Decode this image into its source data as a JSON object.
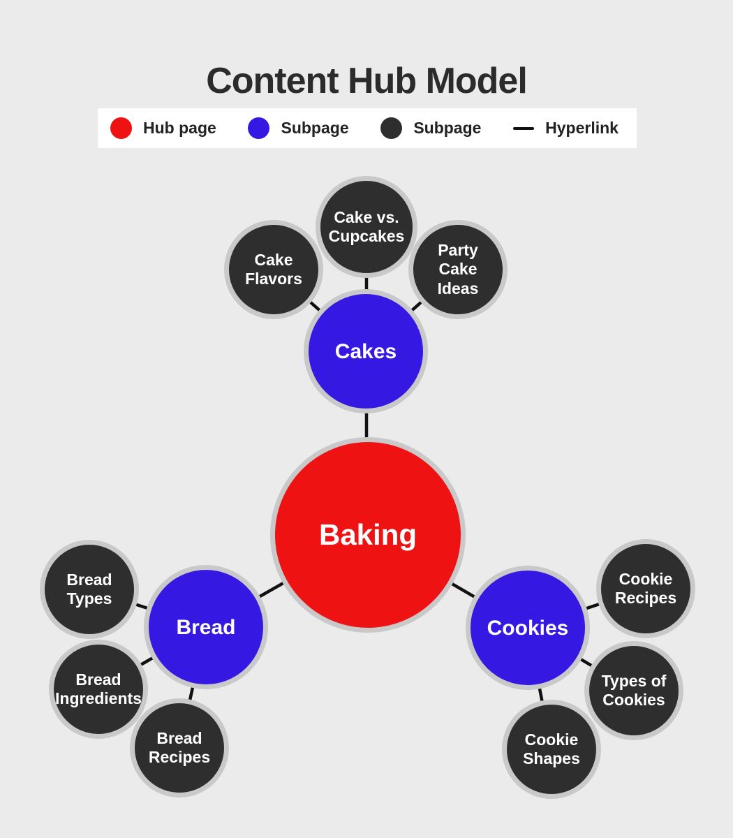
{
  "title": "Content Hub Model",
  "colors": {
    "background": "#ebebeb",
    "legend_bg": "#ffffff",
    "hub": "#ee1212",
    "subpage_blue": "#3518e2",
    "subpage_dark": "#2e2e2e",
    "ring": "#c9c9c9",
    "link": "#111111"
  },
  "legend": {
    "items": [
      {
        "icon": "hub-page-swatch",
        "label": "Hub page"
      },
      {
        "icon": "subpage-blue-swatch",
        "label": "Subpage"
      },
      {
        "icon": "subpage-dark-swatch",
        "label": "Subpage"
      },
      {
        "icon": "hyperlink-line-swatch",
        "label": "Hyperlink"
      }
    ]
  },
  "nodes": {
    "baking": "Baking",
    "cakes": "Cakes",
    "cake_flavors": "Cake\nFlavors",
    "cake_vs_cupcakes": "Cake vs.\nCupcakes",
    "party_cake_ideas": "Party\nCake\nIdeas",
    "bread": "Bread",
    "bread_types": "Bread\nTypes",
    "bread_ingredients": "Bread\nIngredients",
    "bread_recipes": "Bread\nRecipes",
    "cookies": "Cookies",
    "cookie_recipes": "Cookie\nRecipes",
    "types_of_cookies": "Types of\nCookies",
    "cookie_shapes": "Cookie\nShapes"
  }
}
